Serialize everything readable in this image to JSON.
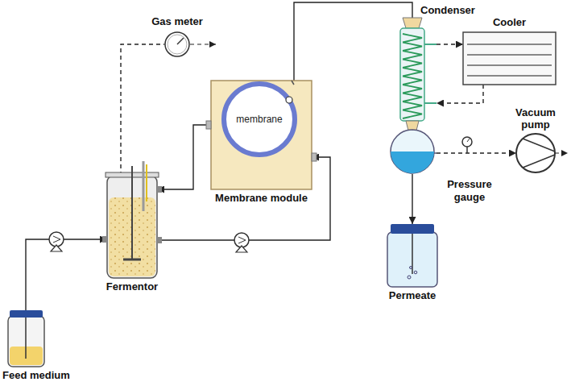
{
  "diagram": {
    "nodes": [
      {
        "text": [
          "Gas meter"
        ]
      },
      {
        "text": [
          "Membrane module"
        ]
      },
      {
        "text": [
          "membrane"
        ],
        "in": 1
      },
      {
        "text": [
          "Condenser"
        ]
      },
      {
        "text": [
          "Cooler"
        ]
      },
      {
        "text": [
          "Vacuum pump"
        ]
      },
      {
        "text": [
          "Fermentor"
        ]
      },
      {
        "text": [
          "Feed medium"
        ]
      },
      {
        "text": [
          "Permeate"
        ]
      }
    ],
    "edges": [
      {
        "from": 7,
        "to": 6,
        "arrow": "to"
      },
      {
        "from": 6,
        "to": 1,
        "arrow": "to"
      },
      {
        "from": 1,
        "to": 6,
        "arrow": "to"
      },
      {
        "from": 6,
        "to": 0,
        "arrow": "none"
      },
      {
        "from": 1,
        "to": 3,
        "arrow": "none"
      },
      {
        "from": 3,
        "to": 4,
        "arrow": "to"
      },
      {
        "from": 4,
        "to": 3,
        "arrow": "to"
      },
      {
        "from": 3,
        "to": 5,
        "arrow": "to"
      },
      {
        "from": 3,
        "to": 8,
        "arrow": "to"
      }
    ],
    "labels": [
      "Pressure gauge"
    ]
  }
}
